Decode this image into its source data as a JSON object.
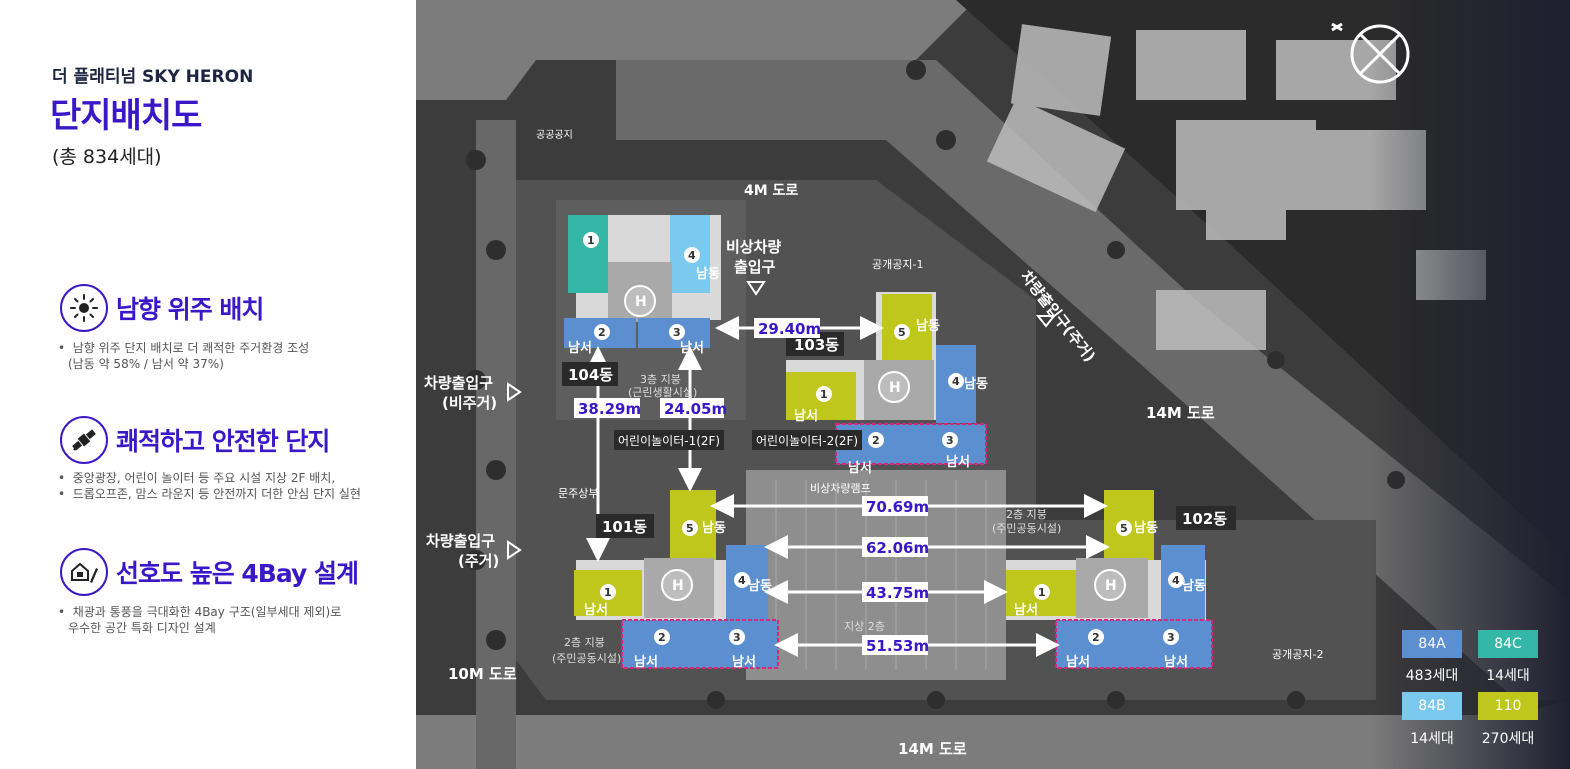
{
  "header": {
    "subtitle": "더 플래티넘 SKY HERON",
    "title": "단지배치도",
    "total": "(총 834세대)"
  },
  "features": [
    {
      "title": "남향 위주 배치",
      "icon": "sun-icon",
      "bullets": [
        "남향 위주 단지 배치로 더 쾌적한 주거환경 조성",
        "(남동 약 58% / 남서 약 37%)"
      ]
    },
    {
      "title": "쾌적하고 안전한 단지",
      "icon": "satellite-icon",
      "bullets": [
        "중앙광장, 어린이 놀이터 등 주요 시설 지상 2F 배치,",
        "드롭오프존, 맘스 라운지 등 안전까지 더한 안심 단지 실현"
      ]
    },
    {
      "title": "선호도 높은 4Bay 설계",
      "icon": "home-pen-icon",
      "bullets": [
        "채광과 통풍을 극대화한 4Bay 구조(일부세대 제외)로",
        "우수한 공간 특화 디자인 설계"
      ]
    }
  ],
  "map": {
    "roads": {
      "north": "4M 도로",
      "east": "14M 도로",
      "south": "14M 도로",
      "southwest": "10M 도로"
    },
    "entrances": {
      "emergency": [
        "비상차량",
        "출입구"
      ],
      "west_nonresident": [
        "차량출입구",
        "(비주거)"
      ],
      "west_resident": [
        "차량출입구",
        "(주거)"
      ],
      "east_resident": "차량출입구(주거)"
    },
    "buildings": {
      "b101": "101동",
      "b102": "102동",
      "b103": "103동",
      "b104": "104동"
    },
    "orientation": {
      "se": "남동",
      "sw": "남서"
    },
    "distances": [
      "29.40m",
      "38.29m",
      "24.05m",
      "70.69m",
      "62.06m",
      "43.75m",
      "51.53m"
    ],
    "facilities": {
      "play1": "어린이놀이터-1(2F)",
      "play2": "어린이놀이터-2(2F)",
      "public1": "공개공지-1",
      "public2": "공개공지-2",
      "public_plaza": "공공공지",
      "ramp": "비상차량램프",
      "moonju": "문주상부",
      "roof3": [
        "3층 지붕",
        "(근린생활시설)"
      ],
      "roof2_a": [
        "2층 지붕",
        "(주민공동시설)"
      ],
      "roof2_b": [
        "2층 지붕",
        "(주민공동시설)"
      ],
      "ground2": "지상 2층"
    },
    "unit_numbers": [
      "1",
      "2",
      "3",
      "4",
      "5"
    ],
    "helipad": "H"
  },
  "legend": [
    {
      "type": "84A",
      "count": "483세대",
      "color": "#5b8fd0"
    },
    {
      "type": "84C",
      "count": "14세대",
      "color": "#34b7a7"
    },
    {
      "type": "84B",
      "count": "14세대",
      "color": "#7cc9f0"
    },
    {
      "type": "110",
      "count": "270세대",
      "color": "#bfc61c"
    }
  ],
  "colors": {
    "accent": "#3a18c8",
    "unit_84A": "#5b8fd0",
    "unit_84C": "#34b7a7",
    "unit_84B": "#7cc9f0",
    "unit_110": "#bfc61c",
    "outline": "#d8267a"
  }
}
